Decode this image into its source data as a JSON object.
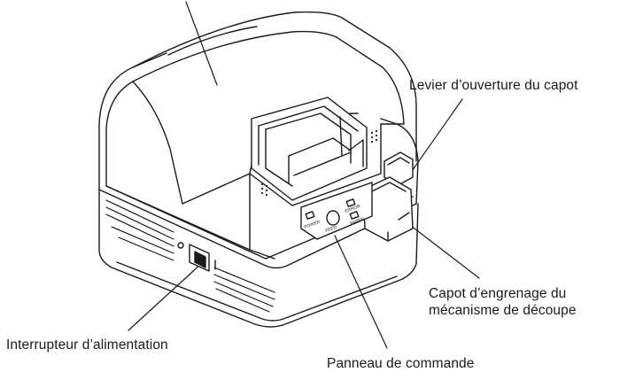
{
  "labels": {
    "cover_lever": "Levier d’ouverture du capot",
    "gear_cover_line1": "Capot d’engrenage du",
    "gear_cover_line2": "mécanisme de découpe",
    "power_switch": "Interrupteur d’alimentation",
    "control_panel": "Panneau de commande"
  },
  "panel_text": {
    "power": "POWER",
    "feed": "FEED",
    "error": "ERROR",
    "paper": "PAPER"
  },
  "colors": {
    "line": "#1a1a1a",
    "fill": "#ffffff"
  }
}
